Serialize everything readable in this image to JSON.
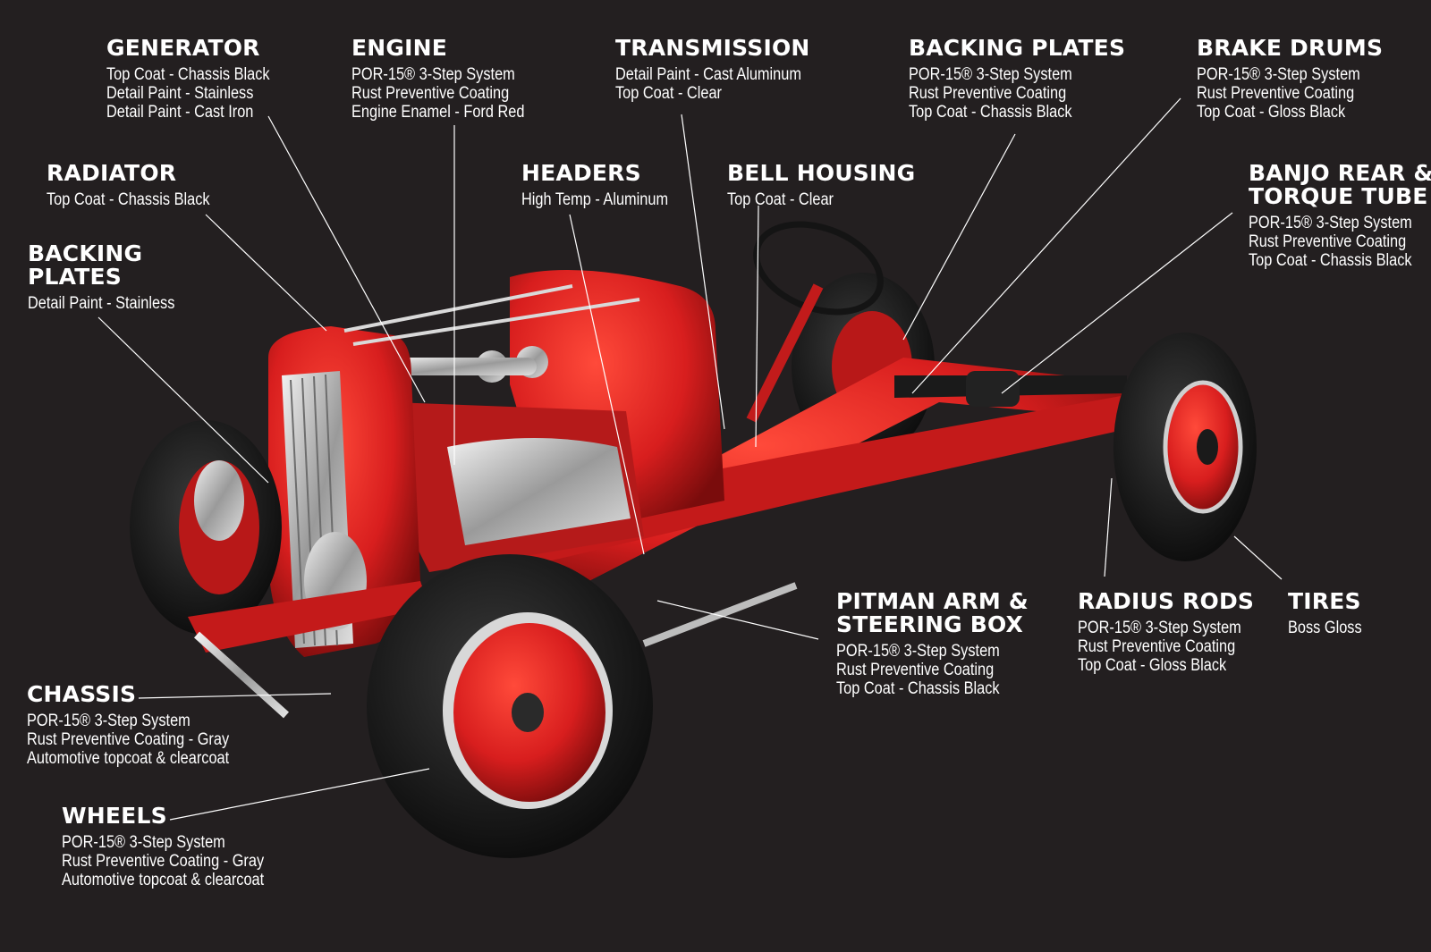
{
  "colors": {
    "background": "#231f20",
    "body_red": "#d81e1e",
    "tire": "#1a1a1a",
    "chrome": "#c9c9c9",
    "text": "#ffffff"
  },
  "callouts": [
    {
      "id": "generator",
      "title": "GENERATOR",
      "lines": [
        "Top Coat - Chassis Black",
        "Detail Paint - Stainless",
        "Detail Paint - Cast Iron"
      ]
    },
    {
      "id": "engine",
      "title": "ENGINE",
      "lines": [
        "POR-15® 3-Step System",
        "Rust Preventive Coating",
        "Engine Enamel - Ford Red"
      ]
    },
    {
      "id": "transmission",
      "title": "TRANSMISSION",
      "lines": [
        "Detail Paint - Cast Aluminum",
        "Top Coat - Clear"
      ]
    },
    {
      "id": "backing-plates-top",
      "title": "BACKING PLATES",
      "lines": [
        "POR-15® 3-Step System",
        "Rust Preventive Coating",
        "Top Coat - Chassis Black"
      ]
    },
    {
      "id": "brake-drums",
      "title": "BRAKE DRUMS",
      "lines": [
        "POR-15® 3-Step System",
        "Rust Preventive Coating",
        "Top Coat - Gloss Black"
      ]
    },
    {
      "id": "radiator",
      "title": "RADIATOR",
      "lines": [
        "Top Coat - Chassis Black"
      ]
    },
    {
      "id": "headers",
      "title": "HEADERS",
      "lines": [
        "High Temp - Aluminum"
      ]
    },
    {
      "id": "bell-housing",
      "title": "BELL HOUSING",
      "lines": [
        "Top Coat - Clear"
      ]
    },
    {
      "id": "banjo-rear",
      "title": "BANJO REAR &\nTORQUE TUBE",
      "lines": [
        "POR-15® 3-Step System",
        "Rust Preventive Coating",
        "Top Coat - Chassis Black"
      ]
    },
    {
      "id": "backing-plates-left",
      "title": "BACKING\nPLATES",
      "lines": [
        "Detail Paint - Stainless"
      ]
    },
    {
      "id": "pitman-arm",
      "title": "PITMAN ARM &\nSTEERING BOX",
      "lines": [
        "POR-15® 3-Step System",
        "Rust Preventive Coating",
        "Top Coat - Chassis Black"
      ]
    },
    {
      "id": "radius-rods",
      "title": "RADIUS RODS",
      "lines": [
        "POR-15® 3-Step System",
        "Rust Preventive Coating",
        "Top Coat - Gloss Black"
      ]
    },
    {
      "id": "tires",
      "title": "TIRES",
      "lines": [
        "Boss Gloss"
      ]
    },
    {
      "id": "chassis",
      "title": "CHASSIS",
      "lines": [
        "POR-15® 3-Step System",
        "Rust Preventive Coating - Gray",
        "Automotive topcoat & clearcoat"
      ]
    },
    {
      "id": "wheels",
      "title": "WHEELS",
      "lines": [
        "POR-15® 3-Step System",
        "Rust Preventive Coating - Gray",
        "Automotive topcoat & clearcoat"
      ]
    }
  ]
}
